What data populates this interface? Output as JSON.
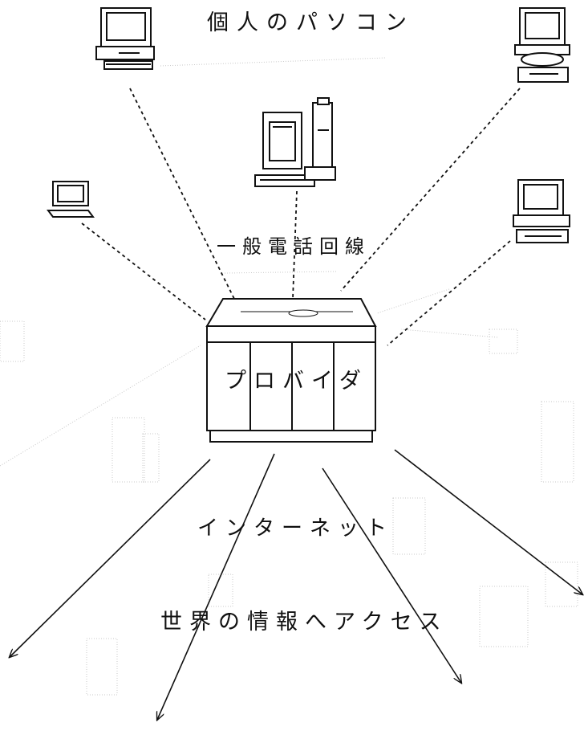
{
  "labels": {
    "title": "個人のパソコン",
    "phone_line": "一般電話回線",
    "provider": "プロバイダ",
    "internet": "インターネット",
    "access": "世界の情報へアクセス"
  },
  "icons": {
    "desktop_pc": "desktop-computer-icon",
    "tower_pc": "tower-computer-icon",
    "laptop": "laptop-icon",
    "server": "provider-server-icon"
  },
  "colors": {
    "line": "#111111",
    "faint": "#bdbdbd",
    "background": "#ffffff"
  }
}
